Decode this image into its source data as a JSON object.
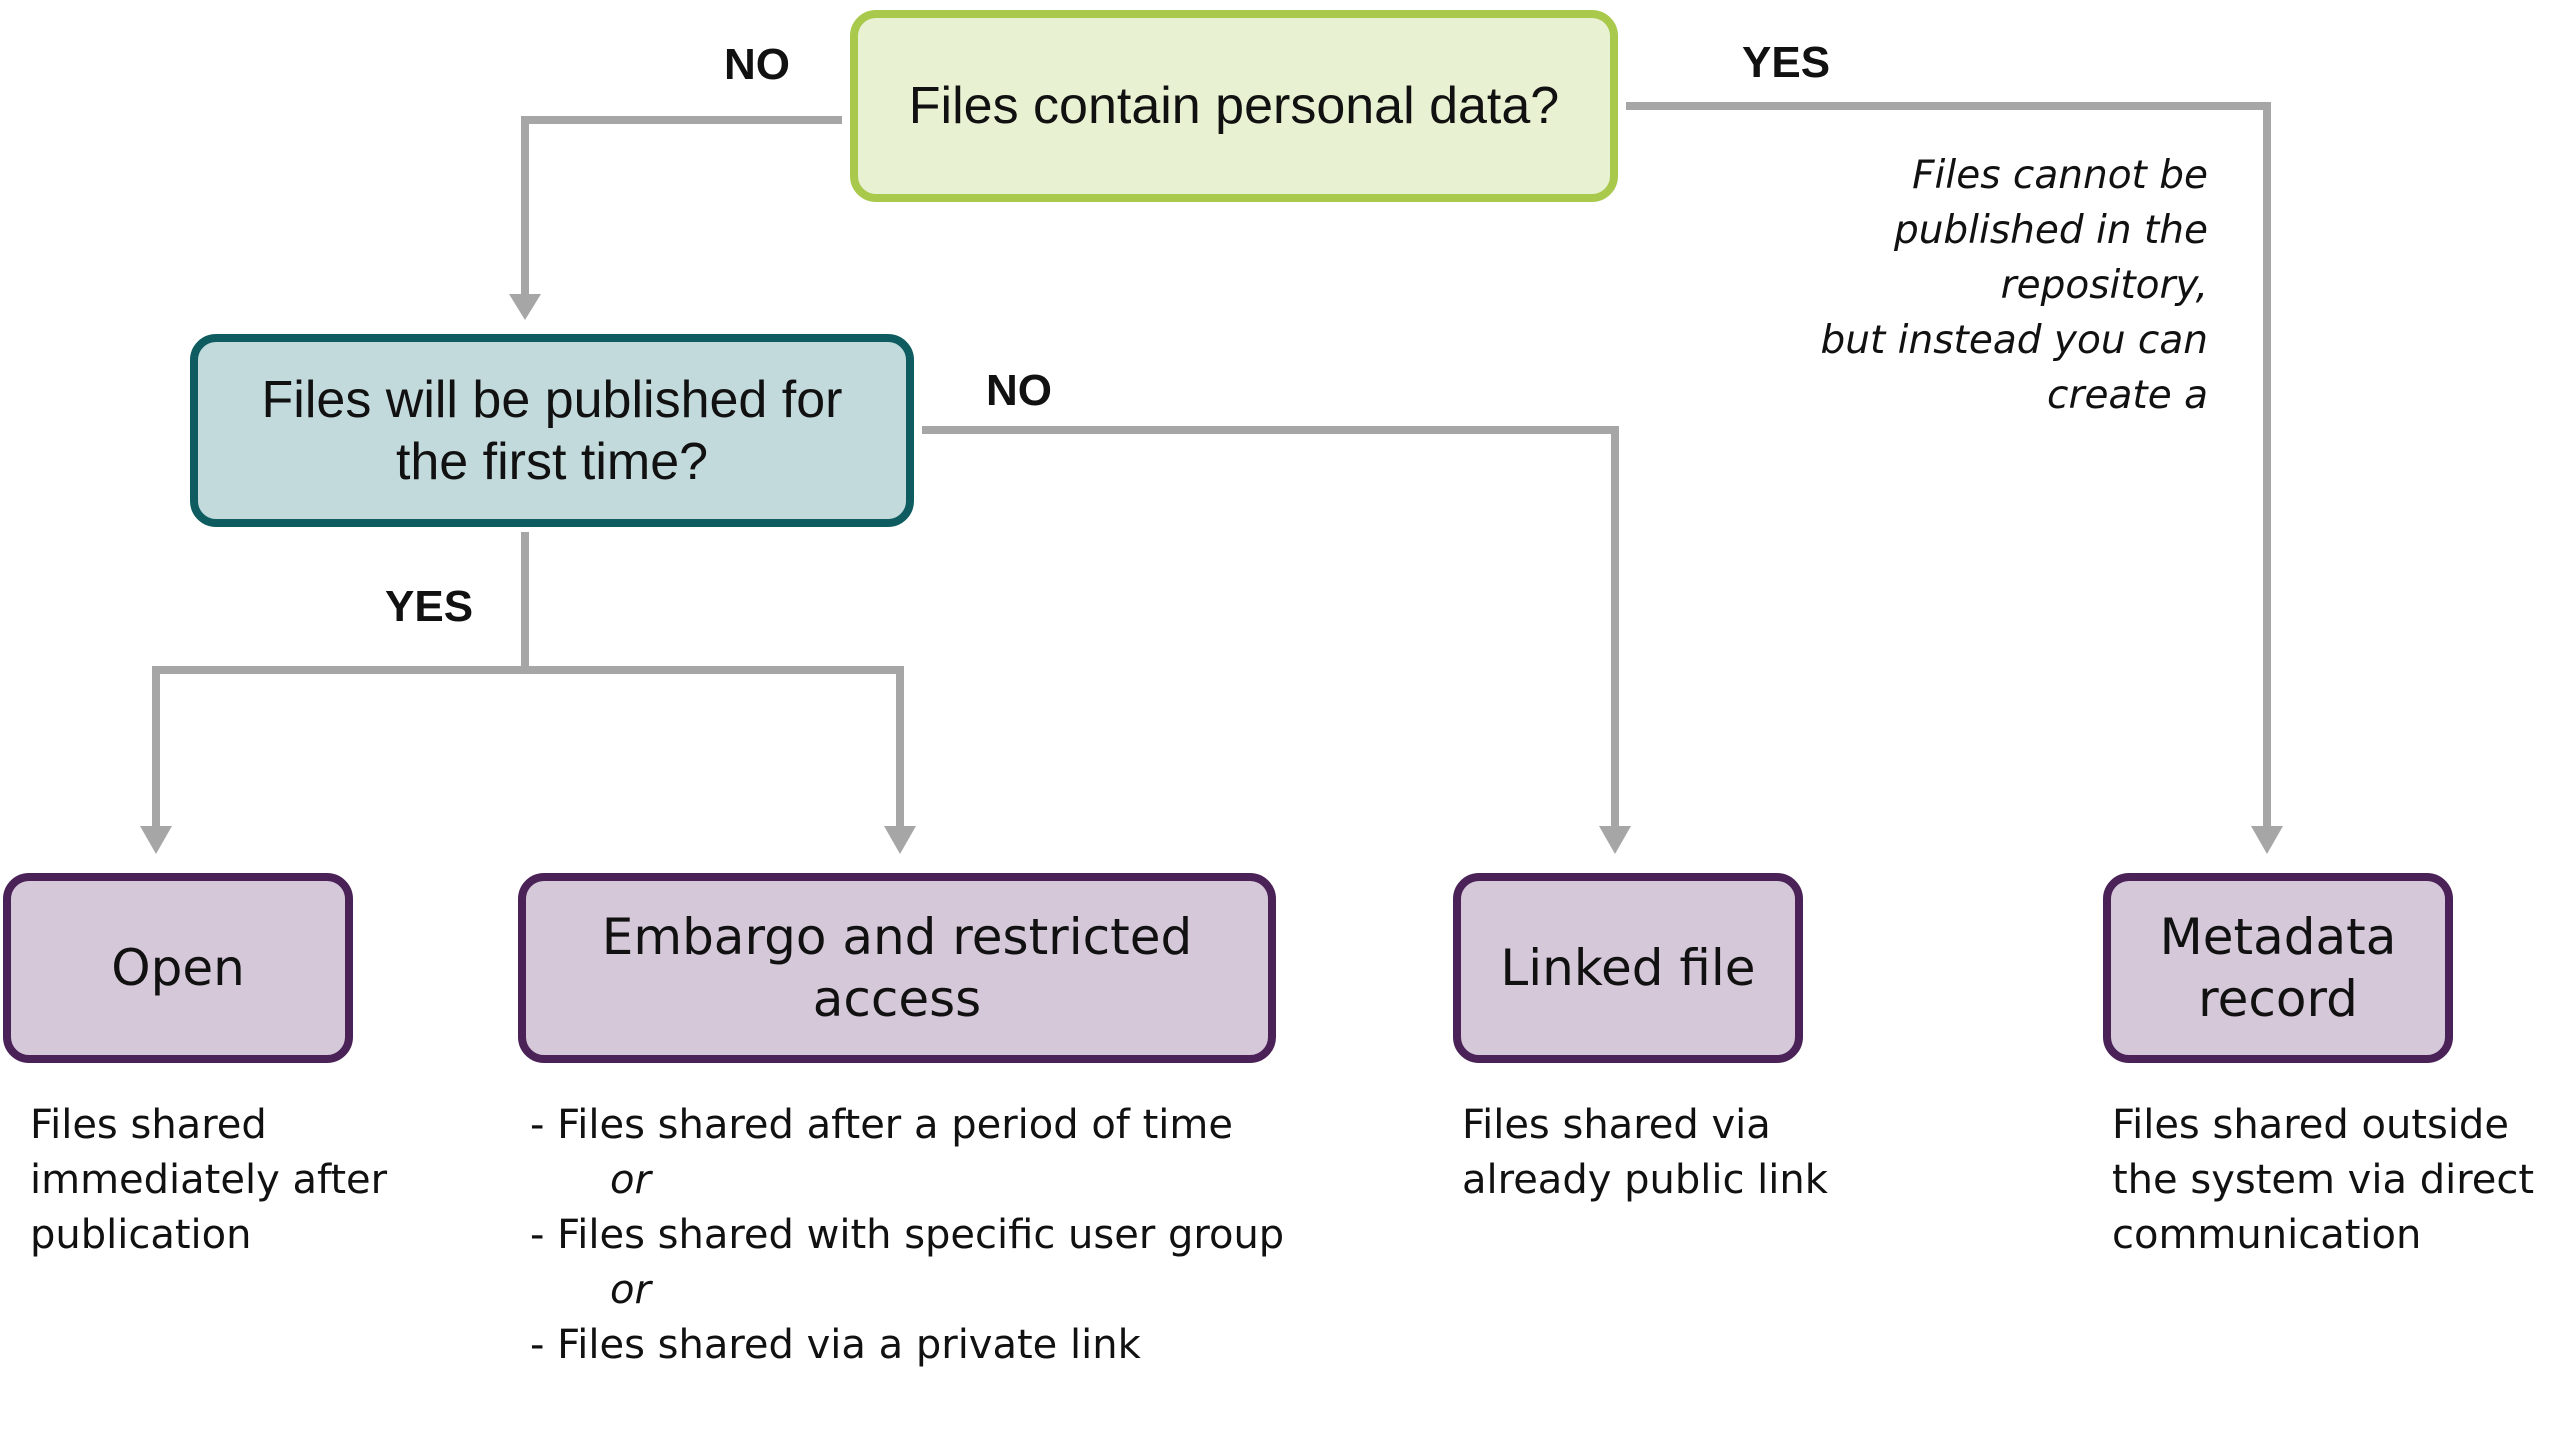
{
  "decision_1": {
    "text": "Files contain personal data?",
    "no_label": "NO",
    "yes_label": "YES"
  },
  "decision_2": {
    "lines": [
      "Files will be published for",
      "the first time?"
    ],
    "no_label": "NO",
    "yes_label": "YES"
  },
  "personal_data_note": {
    "lines": [
      "Files cannot be",
      "published in the",
      "repository,",
      "but instead you can",
      "create a"
    ]
  },
  "results": {
    "open": {
      "title": [
        "Open"
      ],
      "description": [
        "Files shared",
        "immediately after",
        "publication"
      ]
    },
    "embargo": {
      "title": [
        "Embargo and restricted",
        "access"
      ],
      "description": [
        "- Files shared after a period of time",
        "or",
        "- Files shared with specific user group",
        "or",
        "- Files shared via a private link"
      ]
    },
    "linked": {
      "title": [
        "Linked file"
      ],
      "description": [
        "Files shared via",
        "already public link"
      ]
    },
    "metadata": {
      "title": [
        "Metadata",
        "record"
      ],
      "description": [
        "Files shared outside",
        "the system via direct",
        "communication"
      ]
    }
  },
  "colors": {
    "connector": "#a6a6a6",
    "decision_1_border": "#a8c94c",
    "decision_1_fill": "#e8f1d2",
    "decision_2_border": "#0e5c60",
    "decision_2_fill": "#c3dadc",
    "result_border": "#4a2257",
    "result_fill": "#d5c8d9"
  }
}
